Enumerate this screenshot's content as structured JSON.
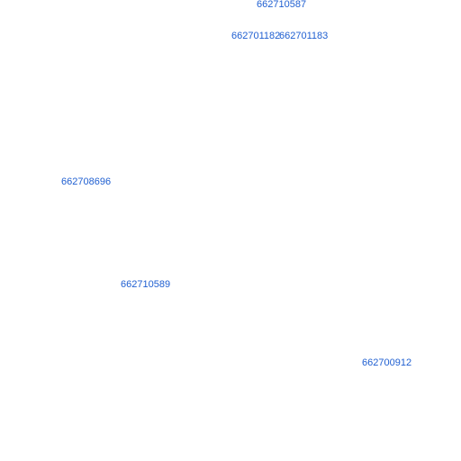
{
  "map": {
    "label_color": "#1f5fd1",
    "background": "#ffffff",
    "parcel_labels": [
      "662710587",
      "662701182",
      "662701183",
      "662708696",
      "662710589",
      "662700912"
    ]
  }
}
